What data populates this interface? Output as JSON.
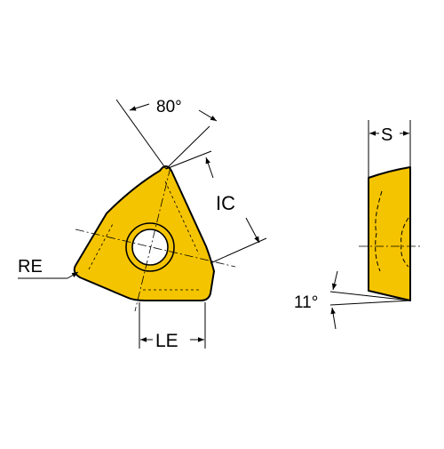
{
  "labels": {
    "angle": "80°",
    "inscribed_circle": "IC",
    "corner_radius": "RE",
    "edge_length": "LE",
    "thickness": "S",
    "clearance_angle": "11°"
  },
  "colors": {
    "insert_fill": "#F5C400",
    "outline": "#000000",
    "background": "#FFFFFF"
  }
}
